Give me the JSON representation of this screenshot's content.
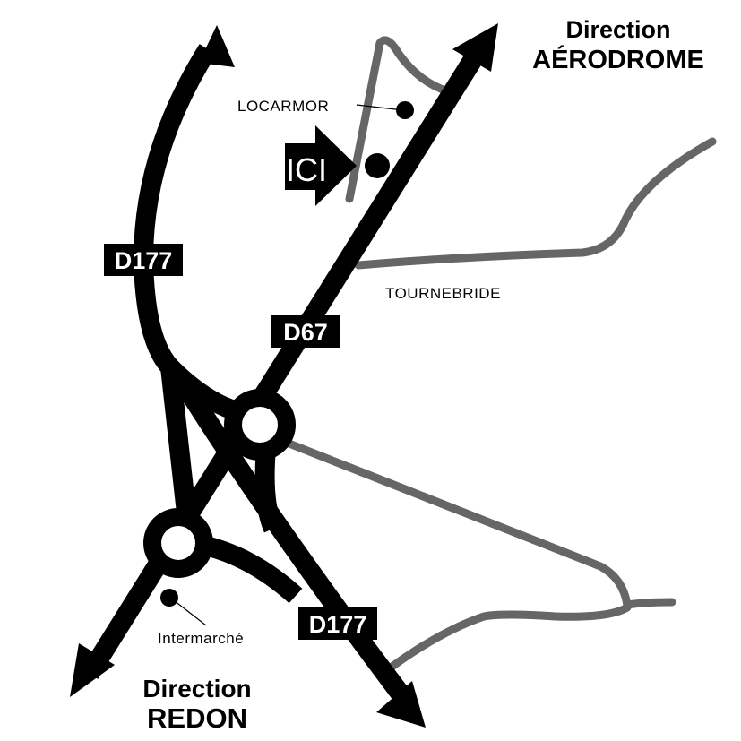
{
  "places": {
    "locarmor": "LOCARMOR",
    "tournebride": "TOURNEBRIDE",
    "intermarche": "Intermarché",
    "here": "ICI"
  },
  "directions": {
    "north": {
      "line1": "Direction",
      "line2": "AÉRODROME"
    },
    "south": {
      "line1": "Direction",
      "line2": "REDON"
    }
  },
  "roads": {
    "d177_top": "D177",
    "d67": "D67",
    "d177_bottom": "D177"
  },
  "colors": {
    "main_road": "#000000",
    "secondary_road": "#666666",
    "background": "#ffffff"
  }
}
